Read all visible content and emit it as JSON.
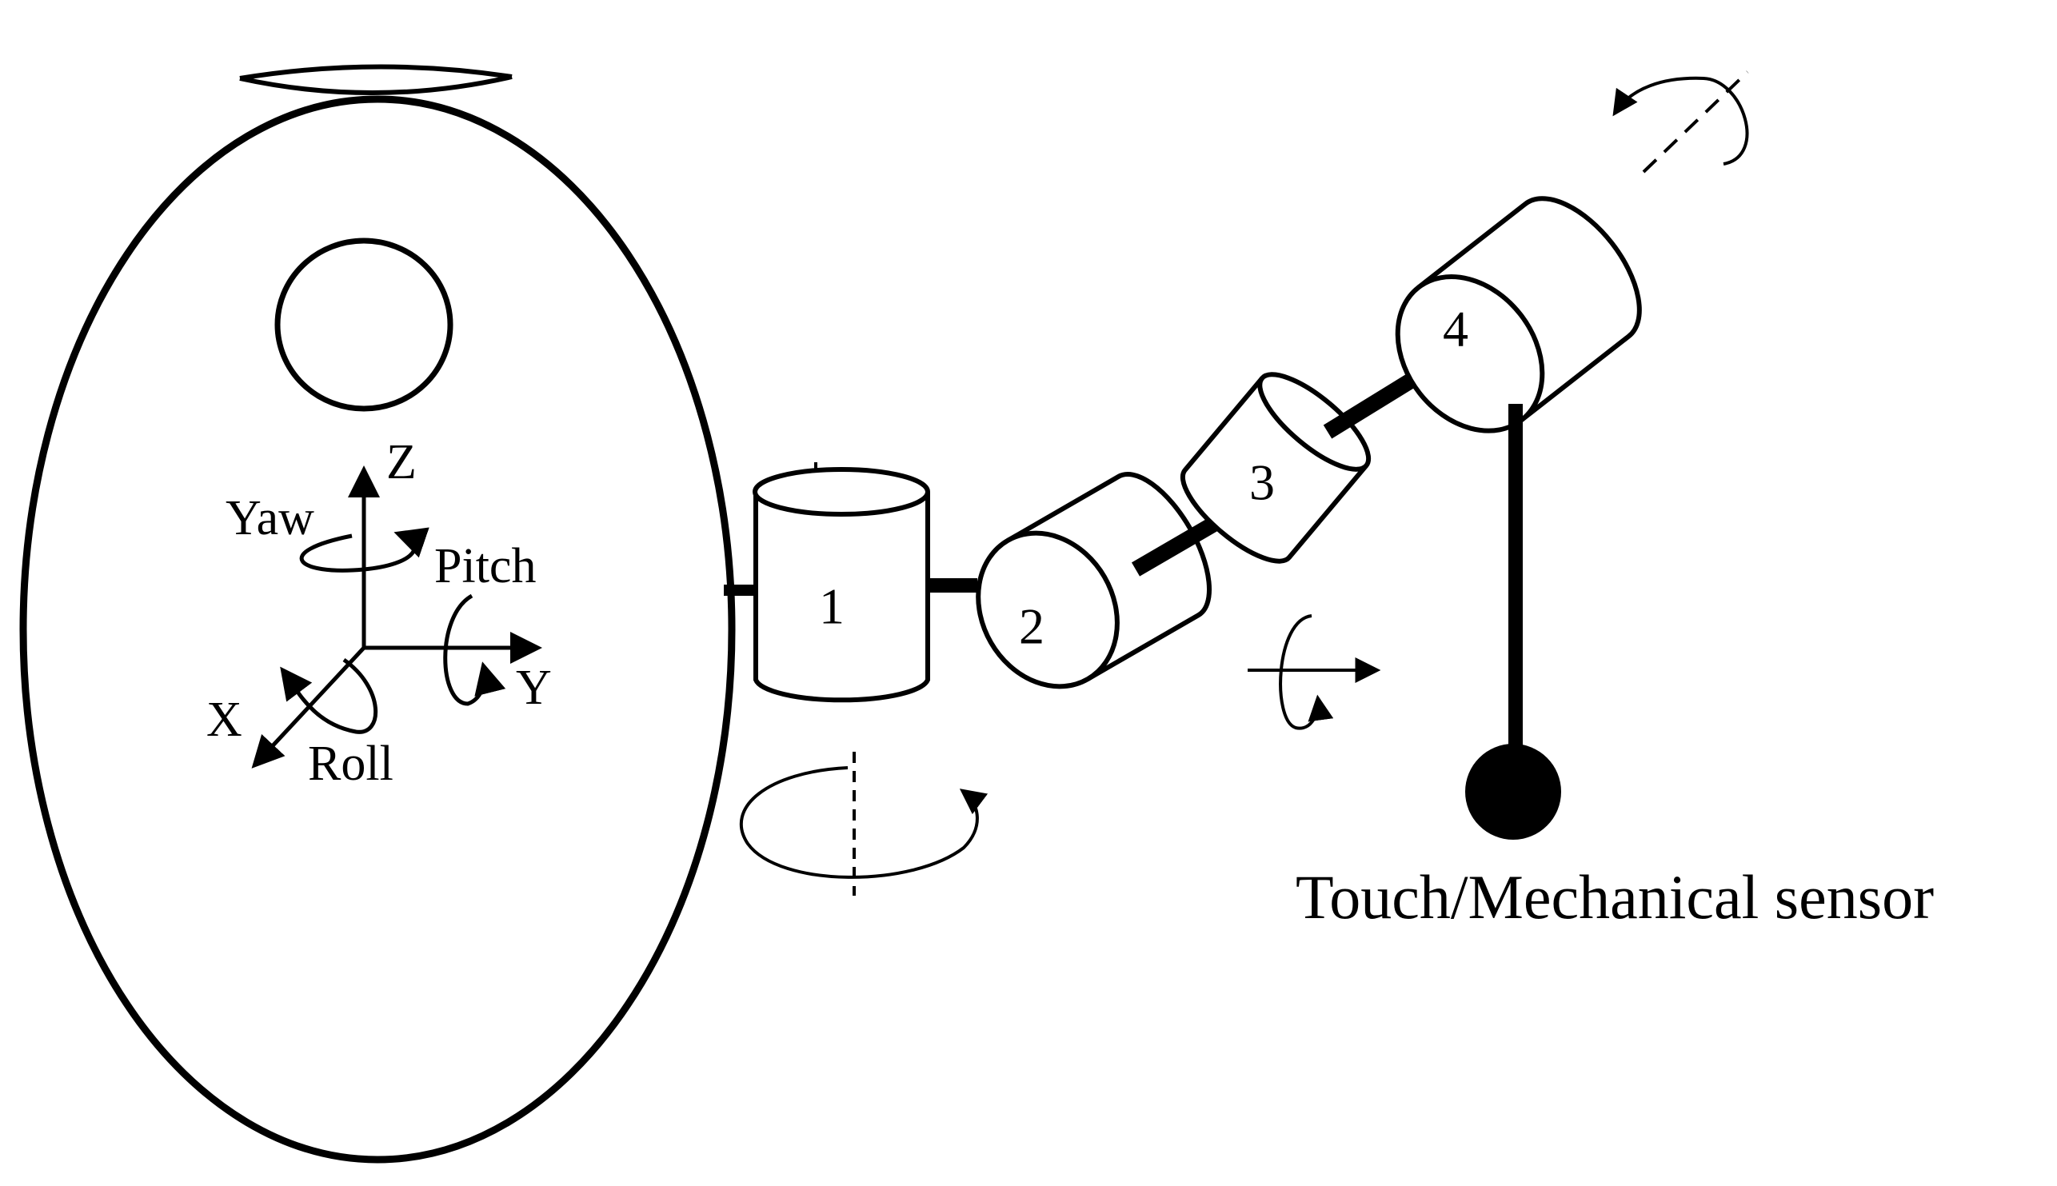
{
  "axes": {
    "z": "Z",
    "y": "Y",
    "x": "X",
    "yaw": "Yaw",
    "pitch": "Pitch",
    "roll": "Roll"
  },
  "joints": [
    "1",
    "2",
    "3",
    "4"
  ],
  "sensor_label": "Touch/Mechanical sensor",
  "colors": {
    "stroke": "#000000",
    "background": "#ffffff"
  }
}
